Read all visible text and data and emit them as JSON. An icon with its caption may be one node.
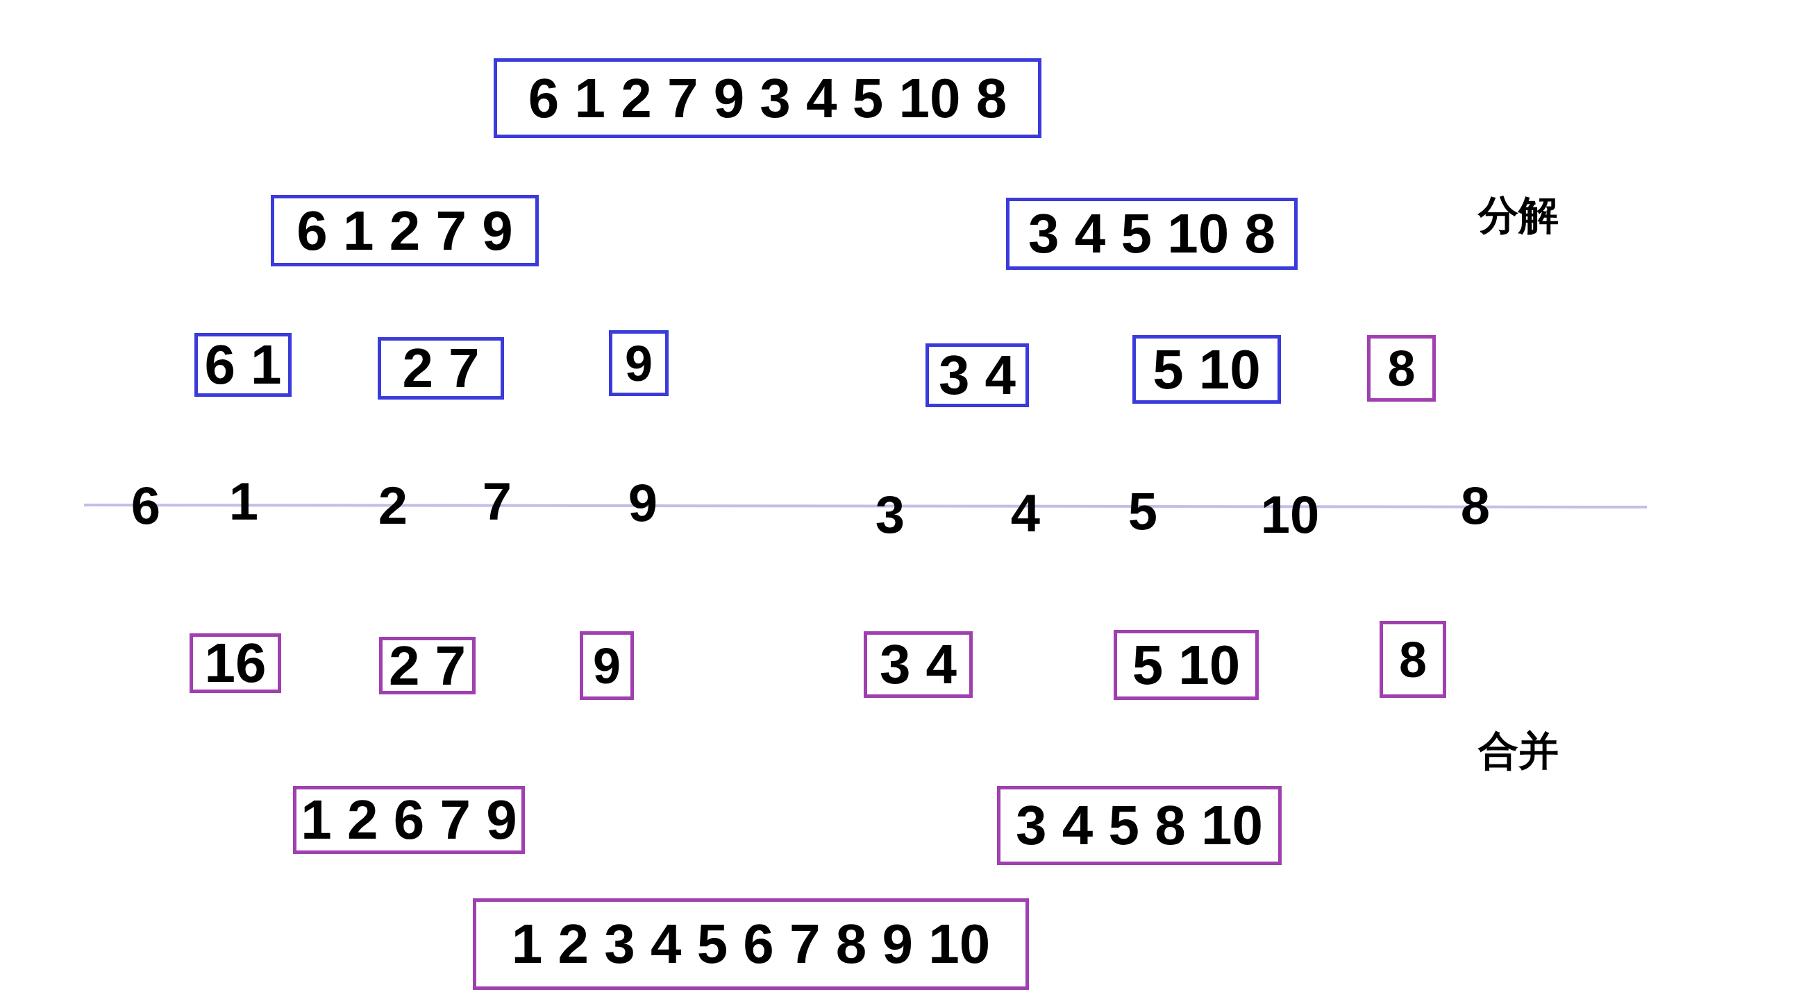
{
  "diagram": {
    "nodes": [
      {
        "text": [
          "6 1 2 7 9 3 4 5 10 8"
        ]
      },
      {
        "text": [
          "6 1 2 7 9"
        ]
      },
      {
        "text": [
          "3 4 5 10 8"
        ]
      },
      {
        "text": [
          "6 1"
        ]
      },
      {
        "text": [
          "2 7"
        ]
      },
      {
        "text": [
          "9"
        ]
      },
      {
        "text": [
          "3 4"
        ]
      },
      {
        "text": [
          "5 10"
        ]
      },
      {
        "text": [
          "8"
        ]
      },
      {
        "text": [
          "16"
        ]
      },
      {
        "text": [
          "2 7"
        ]
      },
      {
        "text": [
          "9"
        ]
      },
      {
        "text": [
          "3 4"
        ]
      },
      {
        "text": [
          "5 10"
        ]
      },
      {
        "text": [
          "8"
        ]
      },
      {
        "text": [
          "1 2 6 7 9"
        ]
      },
      {
        "text": [
          "3 4 5 8 10"
        ]
      },
      {
        "text": [
          "1 2 3 4 5 6 7 8 9 10"
        ]
      }
    ],
    "edges": [],
    "labels": [
      "分解",
      "6",
      "1",
      "2",
      "7",
      "9",
      "3",
      "4",
      "5",
      "10",
      "8",
      "合并"
    ]
  }
}
